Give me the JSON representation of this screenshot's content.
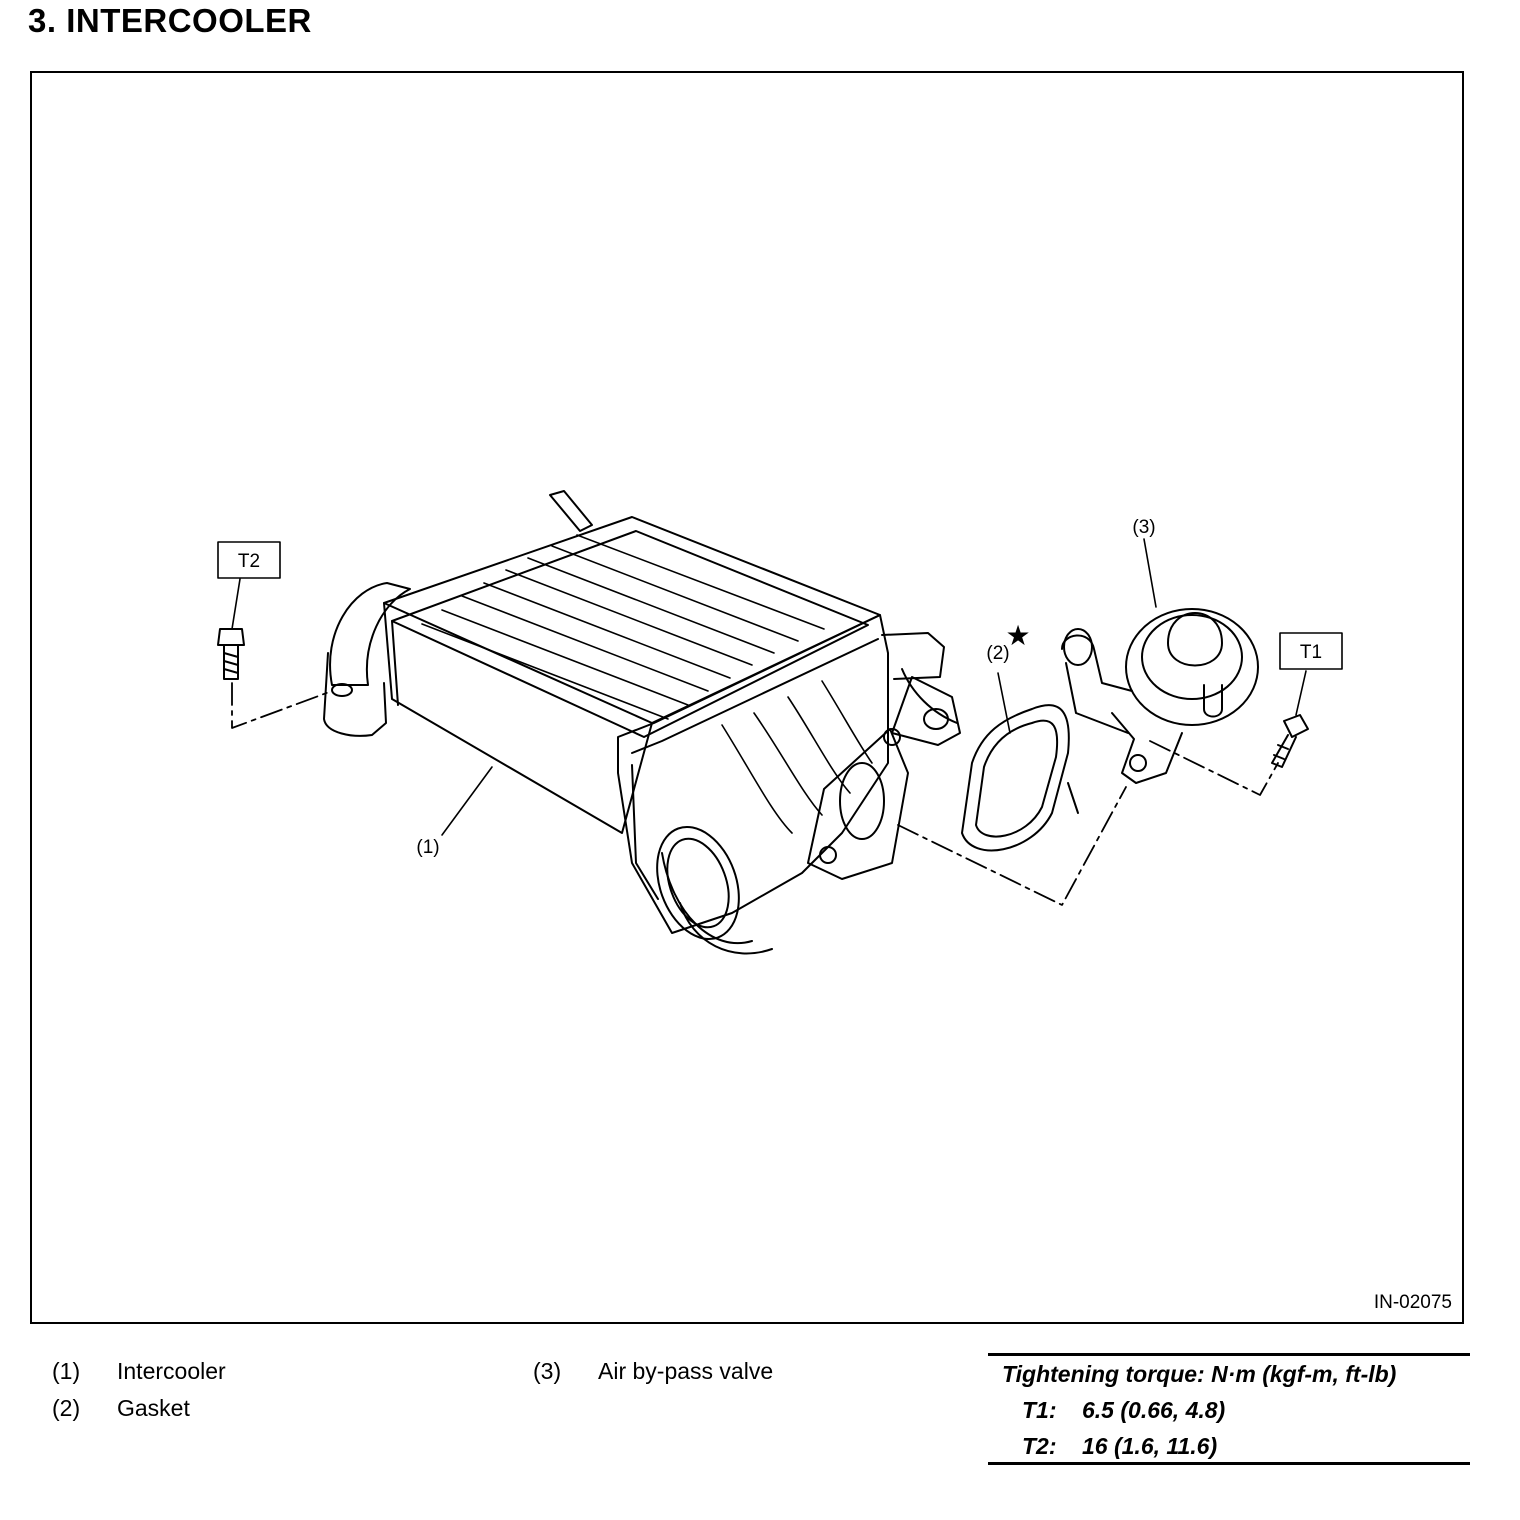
{
  "section_title": "3.  INTERCOOLER",
  "figure_id": "IN-02075",
  "callouts": {
    "c1": "(1)",
    "c2": "(2)",
    "c3": "(3)",
    "t1": "T1",
    "t2": "T2",
    "star": "★"
  },
  "legend": [
    {
      "num": "(1)",
      "name": "Intercooler"
    },
    {
      "num": "(2)",
      "name": "Gasket"
    },
    {
      "num": "(3)",
      "name": "Air by-pass valve"
    }
  ],
  "torque": {
    "header": "Tightening torque: N·m (kgf-m, ft-lb)",
    "rows": [
      {
        "key": "T1:",
        "value": "6.5 (0.66, 4.8)"
      },
      {
        "key": "T2:",
        "value": "16 (1.6, 11.6)"
      }
    ]
  }
}
